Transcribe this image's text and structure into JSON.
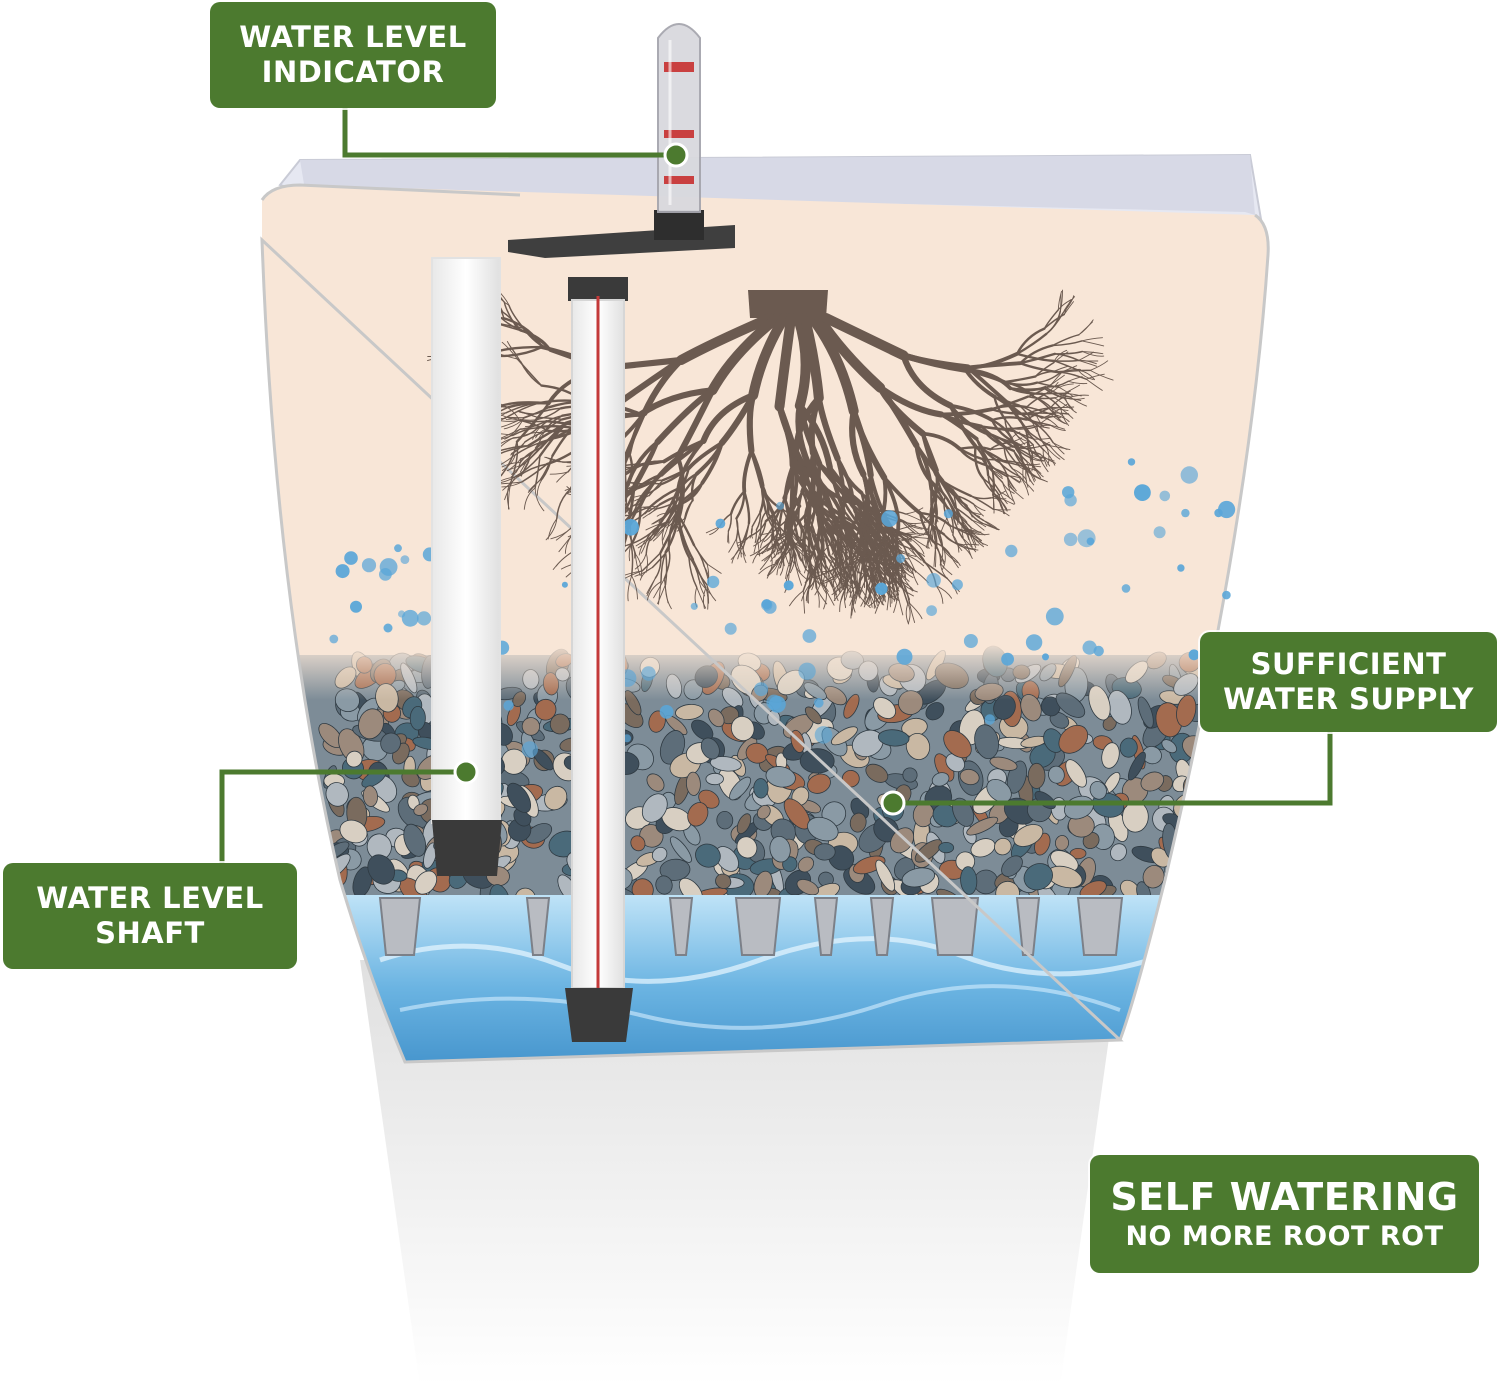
{
  "colors": {
    "label_bg": "#4c7a2f",
    "pot_beige": "#f8e6d7",
    "pot_inner": "#e6e8f2",
    "water_blue": "#5aa6d8",
    "root_brown": "#6b5a50",
    "shaft_dark": "#3a3a3a",
    "leader_line": "#4c7a2f"
  },
  "labels": {
    "water_level_indicator": {
      "line1": "WATER LEVEL",
      "line2": "INDICATOR"
    },
    "sufficient_water_supply": {
      "line1": "SUFFICIENT",
      "line2": "WATER SUPPLY"
    },
    "water_level_shaft": {
      "line1": "WATER LEVEL",
      "line2": "SHAFT"
    },
    "self_watering": {
      "line1": "SELF WATERING",
      "line2": "NO MORE ROOT ROT"
    }
  }
}
